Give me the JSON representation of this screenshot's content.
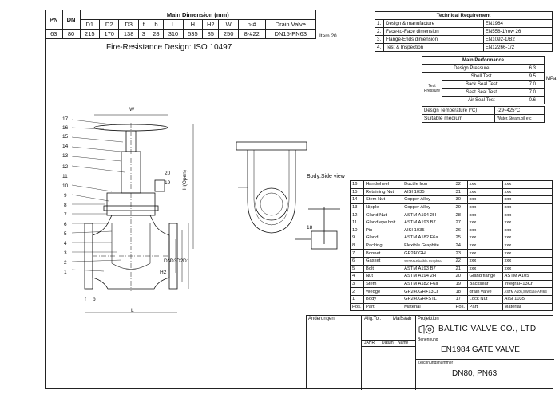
{
  "dimension_table": {
    "group_header": "Main Dimension (mm)",
    "columns": [
      "PN",
      "DN",
      "D1",
      "D2",
      "D3",
      "f",
      "b",
      "L",
      "H",
      "H2",
      "W",
      "n-#",
      "Drain Valve"
    ],
    "values": [
      "63",
      "80",
      "215",
      "170",
      "138",
      "3",
      "28",
      "310",
      "535",
      "85",
      "250",
      "8-#22",
      "DN15-PN63"
    ],
    "item_note": "Item 20"
  },
  "fire_resistance": "Fire-Resistance Design: ISO 10497",
  "tech_req": {
    "title": "Technical Requirement",
    "rows": [
      {
        "no": "1.",
        "item": "Design & manufacture",
        "value": "EN1984"
      },
      {
        "no": "2.",
        "item": "Face-to-Face dimension",
        "value": "EN558-1/row 26"
      },
      {
        "no": "3.",
        "item": "Flange-Ends dimension",
        "value": "EN1092-1/B2"
      },
      {
        "no": "4.",
        "item": "Test & Inspection",
        "value": "EN12266-1/2"
      }
    ]
  },
  "performance": {
    "title": "Main Performance",
    "design_pressure_label": "Design Pressure",
    "design_pressure": "6.3",
    "test_pressure_label": "Test Pressure",
    "tests": [
      {
        "name": "Shell Test",
        "value": "9.5"
      },
      {
        "name": "Back Seal Test",
        "value": "7.0"
      },
      {
        "name": "Seat Seal Test",
        "value": "7.0"
      },
      {
        "name": "Air Seal Test",
        "value": "0.6"
      }
    ],
    "unit": "MPa",
    "temperature_label": "Design Temperature (°C)",
    "temperature": "-29~425°C",
    "medium_label": "Suitable medium",
    "medium": "Water,Steam,oil etc"
  },
  "side_view_label": "Body:Side view",
  "drawing_labels": {
    "item_numbers_left": [
      "17",
      "16",
      "15",
      "14",
      "13",
      "12",
      "11",
      "10",
      "9",
      "8",
      "7",
      "6",
      "5",
      "4",
      "3",
      "2",
      "1"
    ],
    "item_20": "20",
    "item_19": "19",
    "item_18": "18",
    "dim_w": "W",
    "dim_h": "H(Open)",
    "dim_h2": "H2",
    "dim_l": "L",
    "dim_d1": "D1",
    "dim_d2": "D2",
    "dim_d3": "D3",
    "dim_dn": "DN",
    "dim_f": "f",
    "dim_b": "b"
  },
  "parts": {
    "rows": [
      {
        "pos": "16",
        "part": "Handwheel",
        "material": "Ductile Iron",
        "pos2": "32",
        "part2": "xxx",
        "material2": "xxx"
      },
      {
        "pos": "15",
        "part": "Retaining Nut",
        "material": "AISI 1035",
        "pos2": "31",
        "part2": "xxx",
        "material2": "xxx"
      },
      {
        "pos": "14",
        "part": "Stem Nut",
        "material": "Copper Alloy",
        "pos2": "30",
        "part2": "xxx",
        "material2": "xxx"
      },
      {
        "pos": "13",
        "part": "Nipple",
        "material": "Copper Alloy",
        "pos2": "29",
        "part2": "xxx",
        "material2": "xxx"
      },
      {
        "pos": "12",
        "part": "Gland Nut",
        "material": "ASTM A194 2H",
        "pos2": "28",
        "part2": "xxx",
        "material2": "xxx"
      },
      {
        "pos": "11",
        "part": "Gland eye bolt",
        "material": "ASTM A193 B7",
        "pos2": "27",
        "part2": "xxx",
        "material2": "xxx"
      },
      {
        "pos": "10",
        "part": "Pin",
        "material": "AISI 1035",
        "pos2": "26",
        "part2": "xxx",
        "material2": "xxx"
      },
      {
        "pos": "9",
        "part": "Gland",
        "material": "ASTM A182 F6a",
        "pos2": "25",
        "part2": "xxx",
        "material2": "xxx"
      },
      {
        "pos": "8",
        "part": "Packing",
        "material": "Flexible Graphite",
        "pos2": "24",
        "part2": "xxx",
        "material2": "xxx"
      },
      {
        "pos": "7",
        "part": "Bonnet",
        "material": "GP240GH",
        "pos2": "23",
        "part2": "xxx",
        "material2": "xxx"
      },
      {
        "pos": "6",
        "part": "Gasket",
        "material": "SS304+Flexible Graphite",
        "pos2": "22",
        "part2": "xxx",
        "material2": "xxx"
      },
      {
        "pos": "5",
        "part": "Bolt",
        "material": "ASTM A193 B7",
        "pos2": "21",
        "part2": "xxx",
        "material2": "xxx"
      },
      {
        "pos": "4",
        "part": "Nut",
        "material": "ASTM A194 2H",
        "pos2": "20",
        "part2": "Gland flange",
        "material2": "ASTM A105"
      },
      {
        "pos": "3",
        "part": "Stem",
        "material": "ASTM A182 F6a",
        "pos2": "19",
        "part2": "Backseaf",
        "material2": "Integral+13Cr"
      },
      {
        "pos": "2",
        "part": "Wedge",
        "material": "GP240GH+13Cr",
        "pos2": "18",
        "part2": "drain valve",
        "material2": "ASTM A105,SW,Gate,API6B"
      },
      {
        "pos": "1",
        "part": "Body",
        "material": "GP240GH+STL",
        "pos2": "17",
        "part2": "Lock Nut",
        "material2": "AISI 1035"
      }
    ],
    "footer": {
      "pos": "Pos.",
      "part": "Part",
      "material": "Material"
    }
  },
  "title_block": {
    "anderungen": "Änderungen",
    "allg_tol": "Allg.Tol.",
    "massstab": "Maßstab",
    "projektion": "Projektion",
    "jahr": "JAHR",
    "datum": "Datum",
    "name": "Name",
    "company": "BALTIC VALVE CO., LTD",
    "benennung": "Benennung",
    "title": "EN1984 GATE VALVE",
    "zeichnungsnummer": "Zeichnungsnummer",
    "drawing_no": "DN80, PN63"
  }
}
